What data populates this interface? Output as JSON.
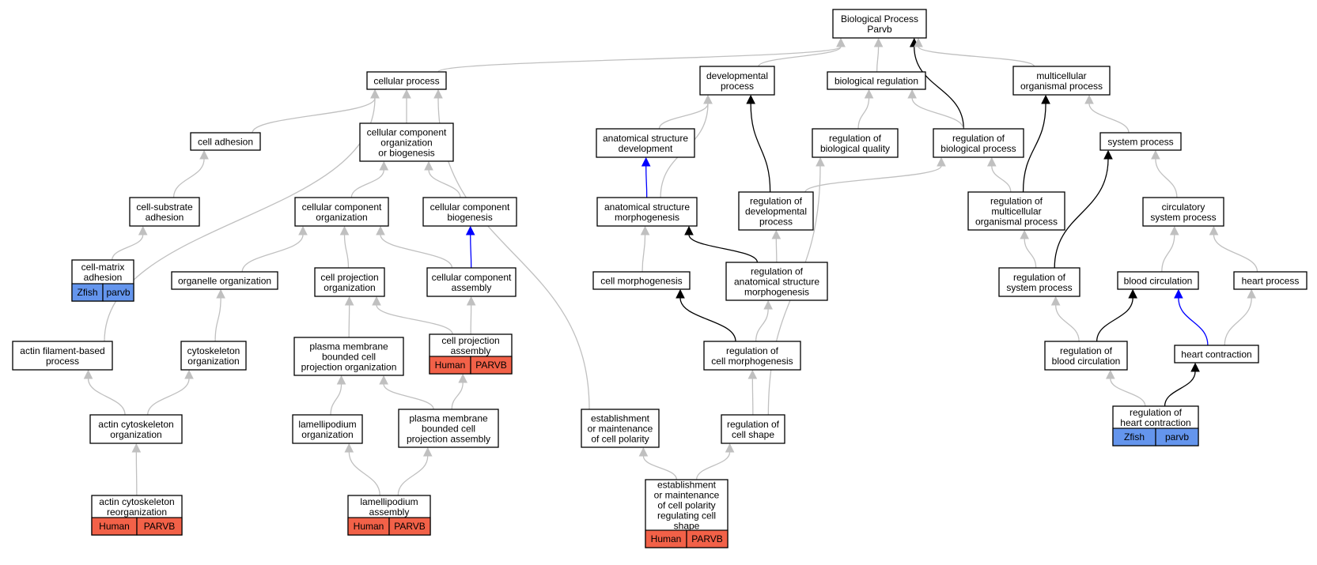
{
  "colors": {
    "edge_default": "#c0c0c0",
    "edge_strong": "#000000",
    "edge_blue": "#0000ff",
    "badge_human": "#f26148",
    "badge_zfish": "#6495ed"
  },
  "nodes": [
    {
      "id": "bp",
      "label": [
        "Biological Process",
        "Parvb"
      ]
    },
    {
      "id": "cp",
      "label": [
        "cellular process"
      ]
    },
    {
      "id": "dp",
      "label": [
        "developmental",
        "process"
      ]
    },
    {
      "id": "br",
      "label": [
        "biological regulation"
      ]
    },
    {
      "id": "mop",
      "label": [
        "multicellular",
        "organismal process"
      ]
    },
    {
      "id": "ca",
      "label": [
        "cell adhesion"
      ]
    },
    {
      "id": "ccob",
      "label": [
        "cellular component",
        "organization",
        "or biogenesis"
      ]
    },
    {
      "id": "asd",
      "label": [
        "anatomical structure",
        "development"
      ]
    },
    {
      "id": "rbq",
      "label": [
        "regulation of",
        "biological quality"
      ]
    },
    {
      "id": "rbp",
      "label": [
        "regulation of",
        "biological process"
      ]
    },
    {
      "id": "sp",
      "label": [
        "system process"
      ]
    },
    {
      "id": "csa",
      "label": [
        "cell-substrate",
        "adhesion"
      ]
    },
    {
      "id": "cco",
      "label": [
        "cellular component",
        "organization"
      ]
    },
    {
      "id": "ccb",
      "label": [
        "cellular component",
        "biogenesis"
      ]
    },
    {
      "id": "asm",
      "label": [
        "anatomical structure",
        "morphogenesis"
      ]
    },
    {
      "id": "rdp",
      "label": [
        "regulation of",
        "developmental",
        "process"
      ]
    },
    {
      "id": "rmop",
      "label": [
        "regulation of",
        "multicellular",
        "organismal process"
      ]
    },
    {
      "id": "csp",
      "label": [
        "circulatory",
        "system process"
      ]
    },
    {
      "id": "cma",
      "label": [
        "cell-matrix",
        "adhesion"
      ],
      "badge": {
        "species": "Zfish",
        "gene": "parvb"
      }
    },
    {
      "id": "oo",
      "label": [
        "organelle organization"
      ]
    },
    {
      "id": "cpo",
      "label": [
        "cell projection",
        "organization"
      ]
    },
    {
      "id": "cca",
      "label": [
        "cellular component",
        "assembly"
      ]
    },
    {
      "id": "cm",
      "label": [
        "cell morphogenesis"
      ]
    },
    {
      "id": "rasm",
      "label": [
        "regulation of",
        "anatomical structure",
        "morphogenesis"
      ]
    },
    {
      "id": "rsp",
      "label": [
        "regulation of",
        "system process"
      ]
    },
    {
      "id": "bc",
      "label": [
        "blood circulation"
      ]
    },
    {
      "id": "hp",
      "label": [
        "heart process"
      ]
    },
    {
      "id": "afbp",
      "label": [
        "actin filament-based",
        "process"
      ]
    },
    {
      "id": "co",
      "label": [
        "cytoskeleton",
        "organization"
      ]
    },
    {
      "id": "pmbcpo",
      "label": [
        "plasma membrane",
        "bounded cell",
        "projection organization"
      ]
    },
    {
      "id": "cpa",
      "label": [
        "cell projection",
        "assembly"
      ],
      "badge": {
        "species": "Human",
        "gene": "PARVB"
      }
    },
    {
      "id": "rcm",
      "label": [
        "regulation of",
        "cell morphogenesis"
      ]
    },
    {
      "id": "rbc",
      "label": [
        "regulation of",
        "blood circulation"
      ]
    },
    {
      "id": "hc",
      "label": [
        "heart contraction"
      ]
    },
    {
      "id": "aco",
      "label": [
        "actin cytoskeleton",
        "organization"
      ]
    },
    {
      "id": "lo",
      "label": [
        "lamellipodium",
        "organization"
      ]
    },
    {
      "id": "pmbcpa",
      "label": [
        "plasma membrane",
        "bounded cell",
        "projection assembly"
      ]
    },
    {
      "id": "emcp",
      "label": [
        "establishment",
        "or maintenance",
        "of cell polarity"
      ]
    },
    {
      "id": "rcs",
      "label": [
        "regulation of",
        "cell shape"
      ]
    },
    {
      "id": "rhc",
      "label": [
        "regulation of",
        "heart contraction"
      ],
      "badge": {
        "species": "Zfish",
        "gene": "parvb"
      }
    },
    {
      "id": "acr",
      "label": [
        "actin cytoskeleton",
        "reorganization"
      ],
      "badge": {
        "species": "Human",
        "gene": "PARVB"
      }
    },
    {
      "id": "la",
      "label": [
        "lamellipodium",
        "assembly"
      ],
      "badge": {
        "species": "Human",
        "gene": "PARVB"
      }
    },
    {
      "id": "emcprcs",
      "label": [
        "establishment",
        "or maintenance",
        "of cell polarity",
        "regulating cell",
        "shape"
      ],
      "badge": {
        "species": "Human",
        "gene": "PARVB"
      }
    }
  ],
  "edges": [
    {
      "from": "cp",
      "to": "bp",
      "style": "default"
    },
    {
      "from": "dp",
      "to": "bp",
      "style": "default"
    },
    {
      "from": "br",
      "to": "bp",
      "style": "default"
    },
    {
      "from": "rbp",
      "to": "bp",
      "style": "strong"
    },
    {
      "from": "mop",
      "to": "bp",
      "style": "default"
    },
    {
      "from": "ca",
      "to": "cp",
      "style": "default"
    },
    {
      "from": "ccob",
      "to": "cp",
      "style": "default"
    },
    {
      "from": "afbp",
      "to": "cp",
      "style": "default"
    },
    {
      "from": "emcp",
      "to": "cp",
      "style": "default"
    },
    {
      "from": "csa",
      "to": "ca",
      "style": "default"
    },
    {
      "from": "cma",
      "to": "csa",
      "style": "default"
    },
    {
      "from": "cco",
      "to": "ccob",
      "style": "default"
    },
    {
      "from": "ccb",
      "to": "ccob",
      "style": "default"
    },
    {
      "from": "oo",
      "to": "cco",
      "style": "default"
    },
    {
      "from": "cpo",
      "to": "cco",
      "style": "default"
    },
    {
      "from": "cca",
      "to": "cco",
      "style": "default"
    },
    {
      "from": "cca",
      "to": "ccb",
      "style": "blue"
    },
    {
      "from": "co",
      "to": "oo",
      "style": "default"
    },
    {
      "from": "pmbcpo",
      "to": "cpo",
      "style": "default"
    },
    {
      "from": "cpa",
      "to": "cpo",
      "style": "default"
    },
    {
      "from": "cpa",
      "to": "cca",
      "style": "default"
    },
    {
      "from": "lo",
      "to": "pmbcpo",
      "style": "default"
    },
    {
      "from": "pmbcpa",
      "to": "pmbcpo",
      "style": "default"
    },
    {
      "from": "pmbcpa",
      "to": "cpa",
      "style": "default"
    },
    {
      "from": "la",
      "to": "lo",
      "style": "default"
    },
    {
      "from": "la",
      "to": "pmbcpa",
      "style": "default"
    },
    {
      "from": "aco",
      "to": "afbp",
      "style": "default"
    },
    {
      "from": "aco",
      "to": "co",
      "style": "default"
    },
    {
      "from": "acr",
      "to": "aco",
      "style": "default"
    },
    {
      "from": "asd",
      "to": "dp",
      "style": "default"
    },
    {
      "from": "asm",
      "to": "dp",
      "style": "default"
    },
    {
      "from": "rdp",
      "to": "dp",
      "style": "strong"
    },
    {
      "from": "asm",
      "to": "asd",
      "style": "blue"
    },
    {
      "from": "cm",
      "to": "asm",
      "style": "default"
    },
    {
      "from": "rasm",
      "to": "asm",
      "style": "strong"
    },
    {
      "from": "rasm",
      "to": "rdp",
      "style": "default"
    },
    {
      "from": "rcm",
      "to": "cm",
      "style": "strong"
    },
    {
      "from": "rcm",
      "to": "rasm",
      "style": "default"
    },
    {
      "from": "rcs",
      "to": "rcm",
      "style": "default"
    },
    {
      "from": "rcs",
      "to": "rbq",
      "style": "default"
    },
    {
      "from": "emcprcs",
      "to": "emcp",
      "style": "default"
    },
    {
      "from": "emcprcs",
      "to": "rcs",
      "style": "default"
    },
    {
      "from": "rbq",
      "to": "br",
      "style": "default"
    },
    {
      "from": "rbp",
      "to": "br",
      "style": "default"
    },
    {
      "from": "rdp",
      "to": "rbp",
      "style": "default"
    },
    {
      "from": "rmop",
      "to": "rbp",
      "style": "default"
    },
    {
      "from": "rmop",
      "to": "mop",
      "style": "strong"
    },
    {
      "from": "sp",
      "to": "mop",
      "style": "default"
    },
    {
      "from": "rsp",
      "to": "rmop",
      "style": "default"
    },
    {
      "from": "rsp",
      "to": "sp",
      "style": "strong"
    },
    {
      "from": "csp",
      "to": "sp",
      "style": "default"
    },
    {
      "from": "bc",
      "to": "csp",
      "style": "default"
    },
    {
      "from": "hp",
      "to": "csp",
      "style": "default"
    },
    {
      "from": "rbc",
      "to": "rsp",
      "style": "default"
    },
    {
      "from": "rbc",
      "to": "bc",
      "style": "strong"
    },
    {
      "from": "hc",
      "to": "bc",
      "style": "blue"
    },
    {
      "from": "hc",
      "to": "hp",
      "style": "default"
    },
    {
      "from": "rhc",
      "to": "rbc",
      "style": "default"
    },
    {
      "from": "rhc",
      "to": "hc",
      "style": "strong"
    }
  ]
}
